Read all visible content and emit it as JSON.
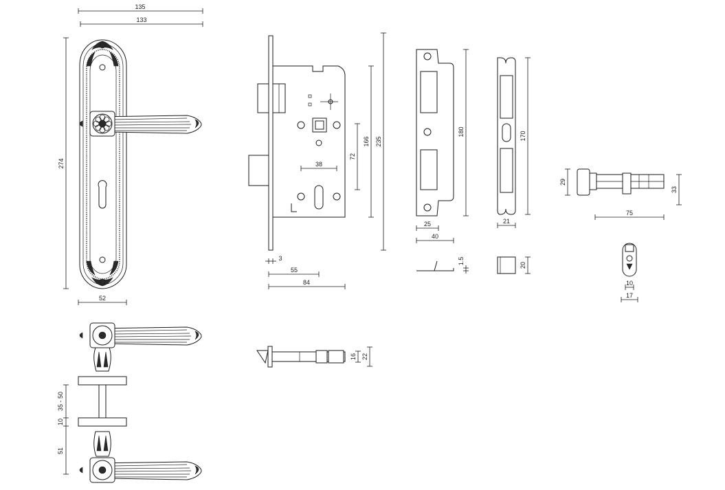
{
  "dimensions": {
    "lever_total_width": "135",
    "plate_width_top": "133",
    "plate_height": "274",
    "plate_width": "52",
    "door_thickness": "35 - 50",
    "rose_thickness": "10",
    "lever_height": "51",
    "faceplate_thickness": "3",
    "backset": "55",
    "lock_depth": "84",
    "handle_keyhole_distance": "72",
    "lock_height": "166",
    "faceplate_height": "235",
    "spindle_cylinder": "38",
    "bolt_width_16": "16",
    "bolt_width_22": "22",
    "strike_height": "180",
    "strike_width_25": "25",
    "strike_width_40": "40",
    "strike_thickness": "1.5",
    "box_height": "170",
    "box_width": "21",
    "box_depth": "20",
    "cylinder_height_29": "29",
    "cylinder_height_33": "33",
    "cylinder_length": "75",
    "cylinder_inner": "10",
    "cylinder_outer": "17"
  },
  "colors": {
    "line": "#1a1a1a",
    "background": "#ffffff"
  }
}
